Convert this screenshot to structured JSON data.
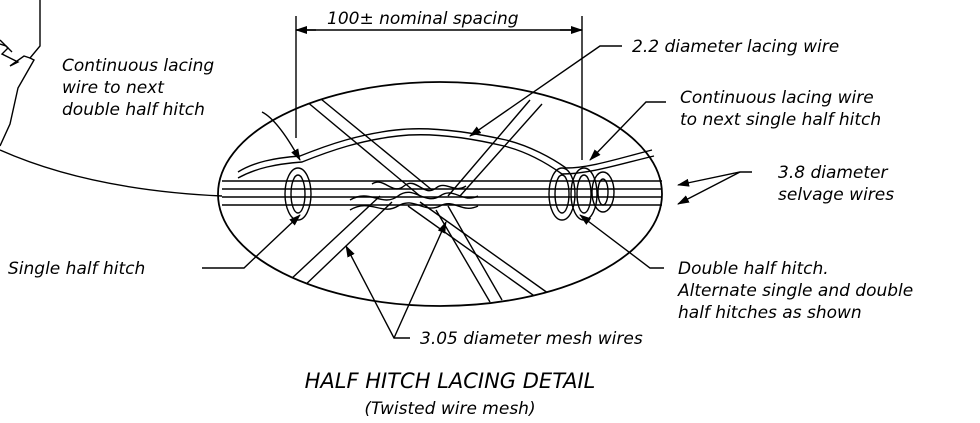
{
  "dimension": {
    "label": "100± nominal spacing"
  },
  "callouts": {
    "continuous_double_line1": "Continuous lacing",
    "continuous_double_line2": "wire to next",
    "continuous_double_line3": "double half hitch",
    "lacing_wire": "2.2 diameter lacing wire",
    "continuous_single_line1": "Continuous lacing wire",
    "continuous_single_line2": "to next single half hitch",
    "selvage_line1": "3.8 diameter",
    "selvage_line2": "selvage wires",
    "single_half_hitch": "Single half hitch",
    "double_half_hitch_line1": "Double half hitch.",
    "double_half_hitch_line2": "Alternate single and double",
    "double_half_hitch_line3": "half hitches as shown",
    "mesh_wires": "3.05 diameter mesh wires"
  },
  "title": "HALF HITCH LACING DETAIL",
  "subtitle": "(Twisted wire mesh)"
}
